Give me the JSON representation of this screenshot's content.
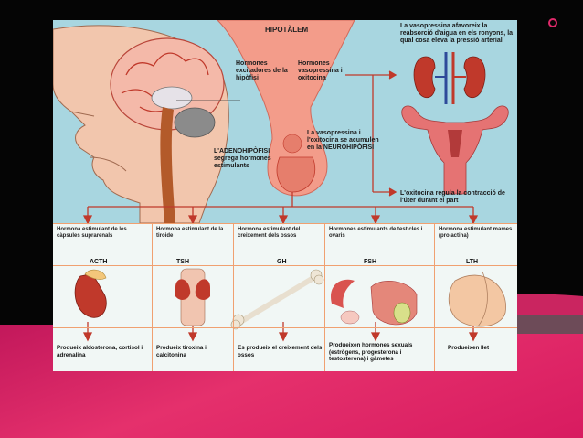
{
  "diagram": {
    "title": "HIPOTÀLEM",
    "labels": {
      "excitatory": "Hormones excitadores de la hipòfisi",
      "vasopressin": "Hormones vasopressina i oxitocina",
      "adeno": "L'ADENOHIPÒFISI segrega hormones estimulants",
      "neuro": "La vasopressina i l'oxitocina se acumulen en la NEUROHIPÒFISI",
      "kidney_note": "La vasopressina afavoreix la reabsorció d'aigua en els ronyons, la qual cosa eleva la pressió arterial",
      "uterus_note": "L'oxitocina regula la contracció de l'úter durant el part"
    },
    "columns": [
      {
        "heading": "Hormona estimulant de les càpsules suprarenals",
        "abbr": "ACTH",
        "organ": "adrenal-gland",
        "effect": "Produeix aldosterona, cortisol i adrenalina"
      },
      {
        "heading": "Hormona estimulant de la tiroide",
        "abbr": "TSH",
        "organ": "thyroid-gland",
        "effect": "Produeix tiroxina i calcitonina"
      },
      {
        "heading": "Hormona estimulant del creixement dels ossos",
        "abbr": "GH",
        "organ": "bone",
        "effect": "Es produeix el creixement dels ossos"
      },
      {
        "heading": "Hormones estimulants de testicles i ovaris",
        "abbr": "FSH",
        "organ": "gonads",
        "effect": "Produeixen hormones sexuals (estrògens, progesterona i testosterona) i gàmetes"
      },
      {
        "heading": "Hormona estimulant mames (prolactina)",
        "abbr": "LTH",
        "organ": "mammary-gland",
        "effect": "Produeixen llet"
      }
    ],
    "colors": {
      "upper_bg": "#a8d6e0",
      "arrow": "#c0392b",
      "border": "#f0a070",
      "gland": "#f3a88f"
    }
  }
}
